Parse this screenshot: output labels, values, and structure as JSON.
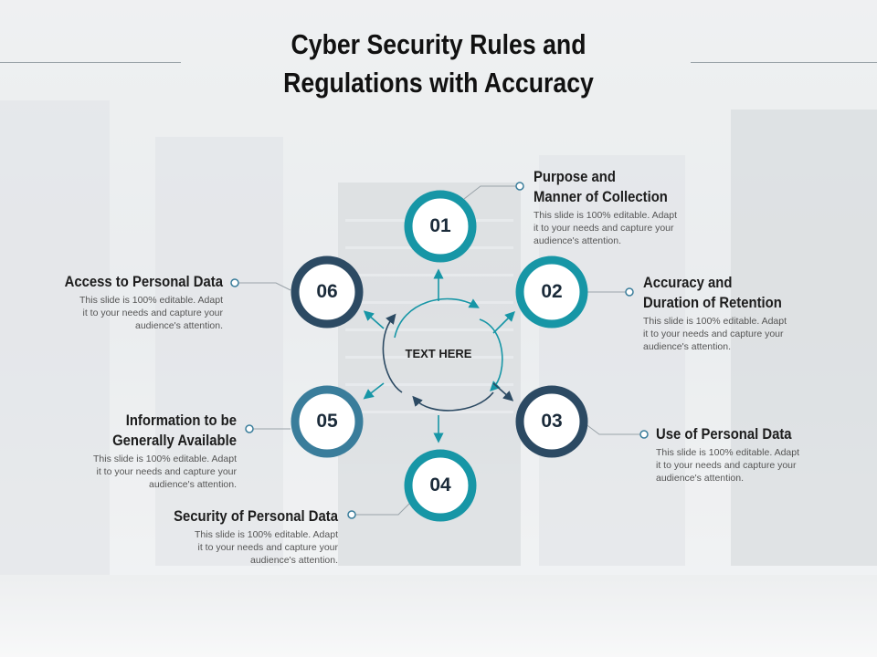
{
  "slide": {
    "title_line1": "Cyber Security Rules and",
    "title_line2": "Regulations with Accuracy",
    "center_text": "TEXT HERE"
  },
  "colors": {
    "teal": "#1796a6",
    "navy": "#2c4a63",
    "blue": "#3a7d9b"
  },
  "steps": [
    {
      "number": "01",
      "title_line1": "Purpose and",
      "title_line2": "Manner of Collection",
      "desc": [
        "This slide is 100% editable. Adapt",
        "it to your needs and capture your",
        "audience's attention."
      ]
    },
    {
      "number": "02",
      "title_line1": "Accuracy and",
      "title_line2": "Duration of Retention",
      "desc": [
        "This slide is 100% editable. Adapt",
        "it to your needs and capture your",
        "audience's attention."
      ]
    },
    {
      "number": "03",
      "title_line1": "Use of Personal Data",
      "title_line2": "",
      "desc": [
        "This slide is 100% editable. Adapt",
        "it to your needs and capture your",
        "audience's attention."
      ]
    },
    {
      "number": "04",
      "title_line1": "Security of Personal Data",
      "title_line2": "",
      "desc": [
        "This slide is 100% editable. Adapt",
        "it to your needs and capture your",
        "audience's attention."
      ]
    },
    {
      "number": "05",
      "title_line1": "Information to be",
      "title_line2": "Generally Available",
      "desc": [
        "This slide is 100% editable. Adapt",
        "it to your needs and capture your",
        "audience's attention."
      ]
    },
    {
      "number": "06",
      "title_line1": "Access to Personal Data",
      "title_line2": "",
      "desc": [
        "This slide is 100% editable. Adapt",
        "it to your needs and capture your",
        "audience's attention."
      ]
    }
  ]
}
